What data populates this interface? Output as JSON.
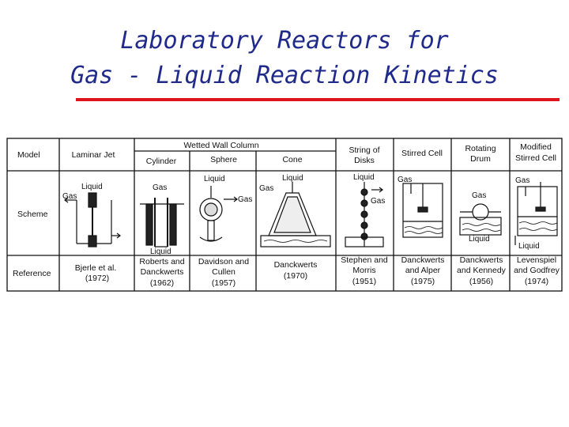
{
  "title": {
    "line1": "Laboratory Reactors for",
    "line2": "Gas - Liquid Reaction Kinetics"
  },
  "table": {
    "row_labels": {
      "model": "Model",
      "scheme": "Scheme",
      "reference": "Reference"
    },
    "group_header": "Wetted Wall Column",
    "models": [
      {
        "name": "Laminar Jet",
        "ref": [
          "Bjerle et al.",
          "(1972)"
        ]
      },
      {
        "name": "Cylinder",
        "ref": [
          "Roberts and",
          "Danckwerts",
          "(1962)"
        ]
      },
      {
        "name": "Sphere",
        "ref": [
          "Davidson and",
          "Cullen",
          "(1957)"
        ]
      },
      {
        "name": "Cone",
        "ref": [
          "Danckwerts",
          "(1970)"
        ]
      },
      {
        "name": [
          "String of",
          "Disks"
        ],
        "ref": [
          "Stephen and",
          "Morris",
          "(1951)"
        ]
      },
      {
        "name": "Stirred Cell",
        "ref": [
          "Danckwerts",
          "and Alper",
          "(1975)"
        ]
      },
      {
        "name": [
          "Rotating",
          "Drum"
        ],
        "ref": [
          "Danckwerts",
          "and Kennedy",
          "(1956)"
        ]
      },
      {
        "name": [
          "Modified",
          "Stirred Cell"
        ],
        "ref": [
          "Levenspiel",
          "and Godfrey",
          "(1974)"
        ]
      }
    ],
    "scheme_labels": {
      "laminar_jet": [
        "Liquid",
        "Gas"
      ],
      "cylinder": [
        "Gas",
        "Liquid"
      ],
      "sphere": [
        "Liquid",
        "Gas"
      ],
      "cone": [
        "Liquid",
        "Gas"
      ],
      "string_of_disks": [
        "Liquid",
        "Gas"
      ],
      "stirred_cell": [
        "Gas"
      ],
      "rotating_drum": [
        "Gas",
        "Liquid"
      ],
      "modified_stirred_cell": [
        "Gas",
        "Liquid"
      ]
    }
  }
}
